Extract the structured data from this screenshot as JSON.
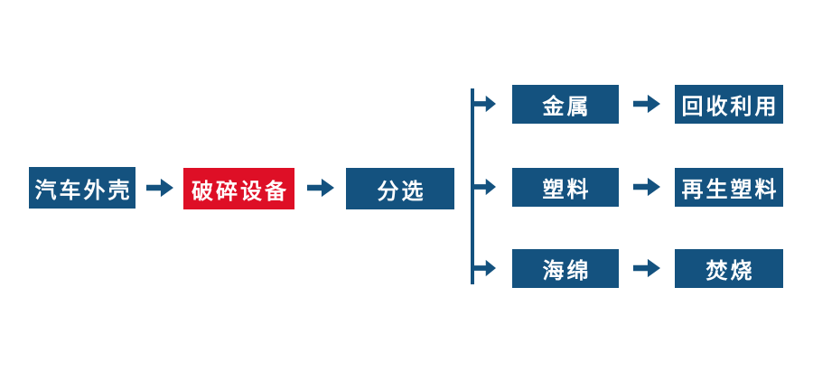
{
  "colors": {
    "background": "#ffffff",
    "flow_blue": "#14527F",
    "flow_red": "#DE0F26",
    "text_on_box": "#ffffff"
  },
  "flowchart": {
    "description_icons": {
      "arrow": "right-arrow-icon"
    },
    "main": [
      {
        "label": "汽车外壳",
        "color": "flow_blue"
      },
      {
        "label": "破碎设备",
        "color": "flow_red"
      },
      {
        "label": "分选",
        "color": "flow_blue"
      }
    ],
    "branches": [
      {
        "source": "金属",
        "result": "回收利用"
      },
      {
        "source": "塑料",
        "result": "再生塑料"
      },
      {
        "source": "海绵",
        "result": "焚烧"
      }
    ]
  }
}
